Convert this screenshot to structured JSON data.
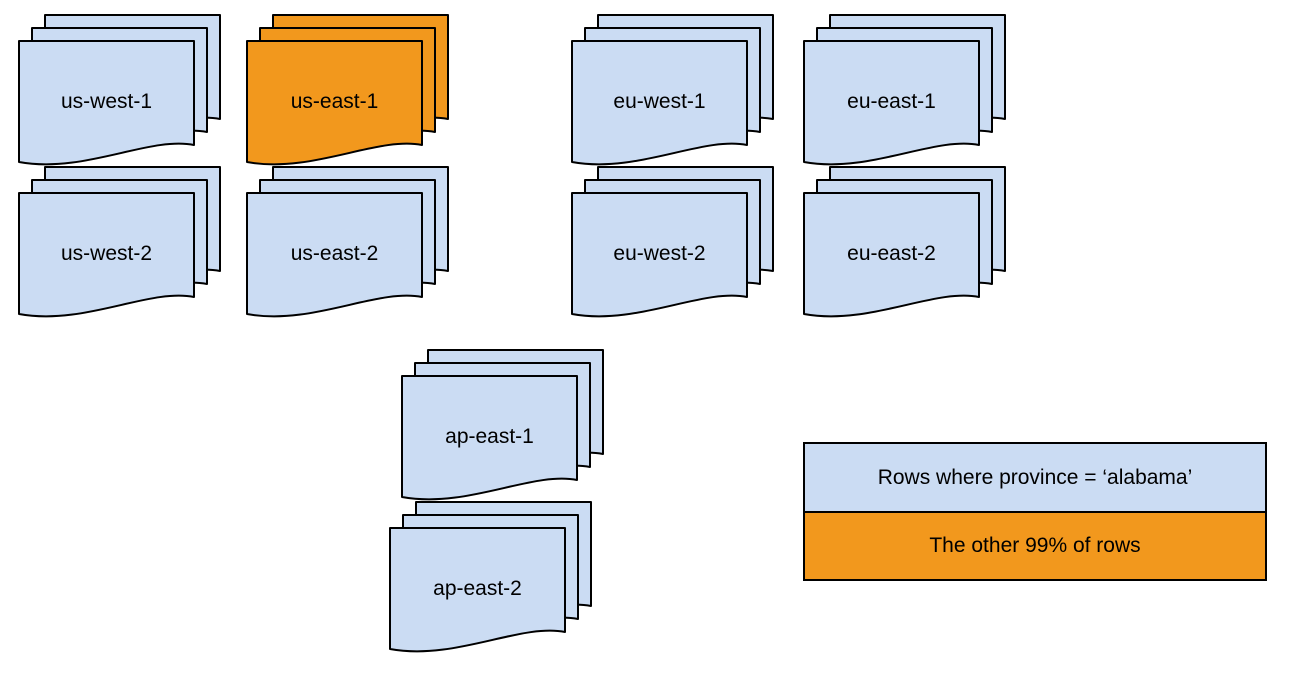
{
  "colors": {
    "doc_blue": "#cbdcf3",
    "doc_orange": "#f2981d",
    "stroke": "#000000",
    "background": "#ffffff"
  },
  "stacks": [
    {
      "label": "us-west-1",
      "variant": "blue"
    },
    {
      "label": "us-east-1",
      "variant": "orange"
    },
    {
      "label": "eu-west-1",
      "variant": "blue"
    },
    {
      "label": "eu-east-1",
      "variant": "blue"
    },
    {
      "label": "us-west-2",
      "variant": "blue"
    },
    {
      "label": "us-east-2",
      "variant": "blue"
    },
    {
      "label": "eu-west-2",
      "variant": "blue"
    },
    {
      "label": "eu-east-2",
      "variant": "blue"
    },
    {
      "label": "ap-east-1",
      "variant": "blue"
    },
    {
      "label": "ap-east-2",
      "variant": "blue"
    }
  ],
  "legend": {
    "items": [
      {
        "label": "Rows where province = ‘alabama’",
        "variant": "blue"
      },
      {
        "label": "The other 99% of rows",
        "variant": "orange"
      }
    ]
  }
}
